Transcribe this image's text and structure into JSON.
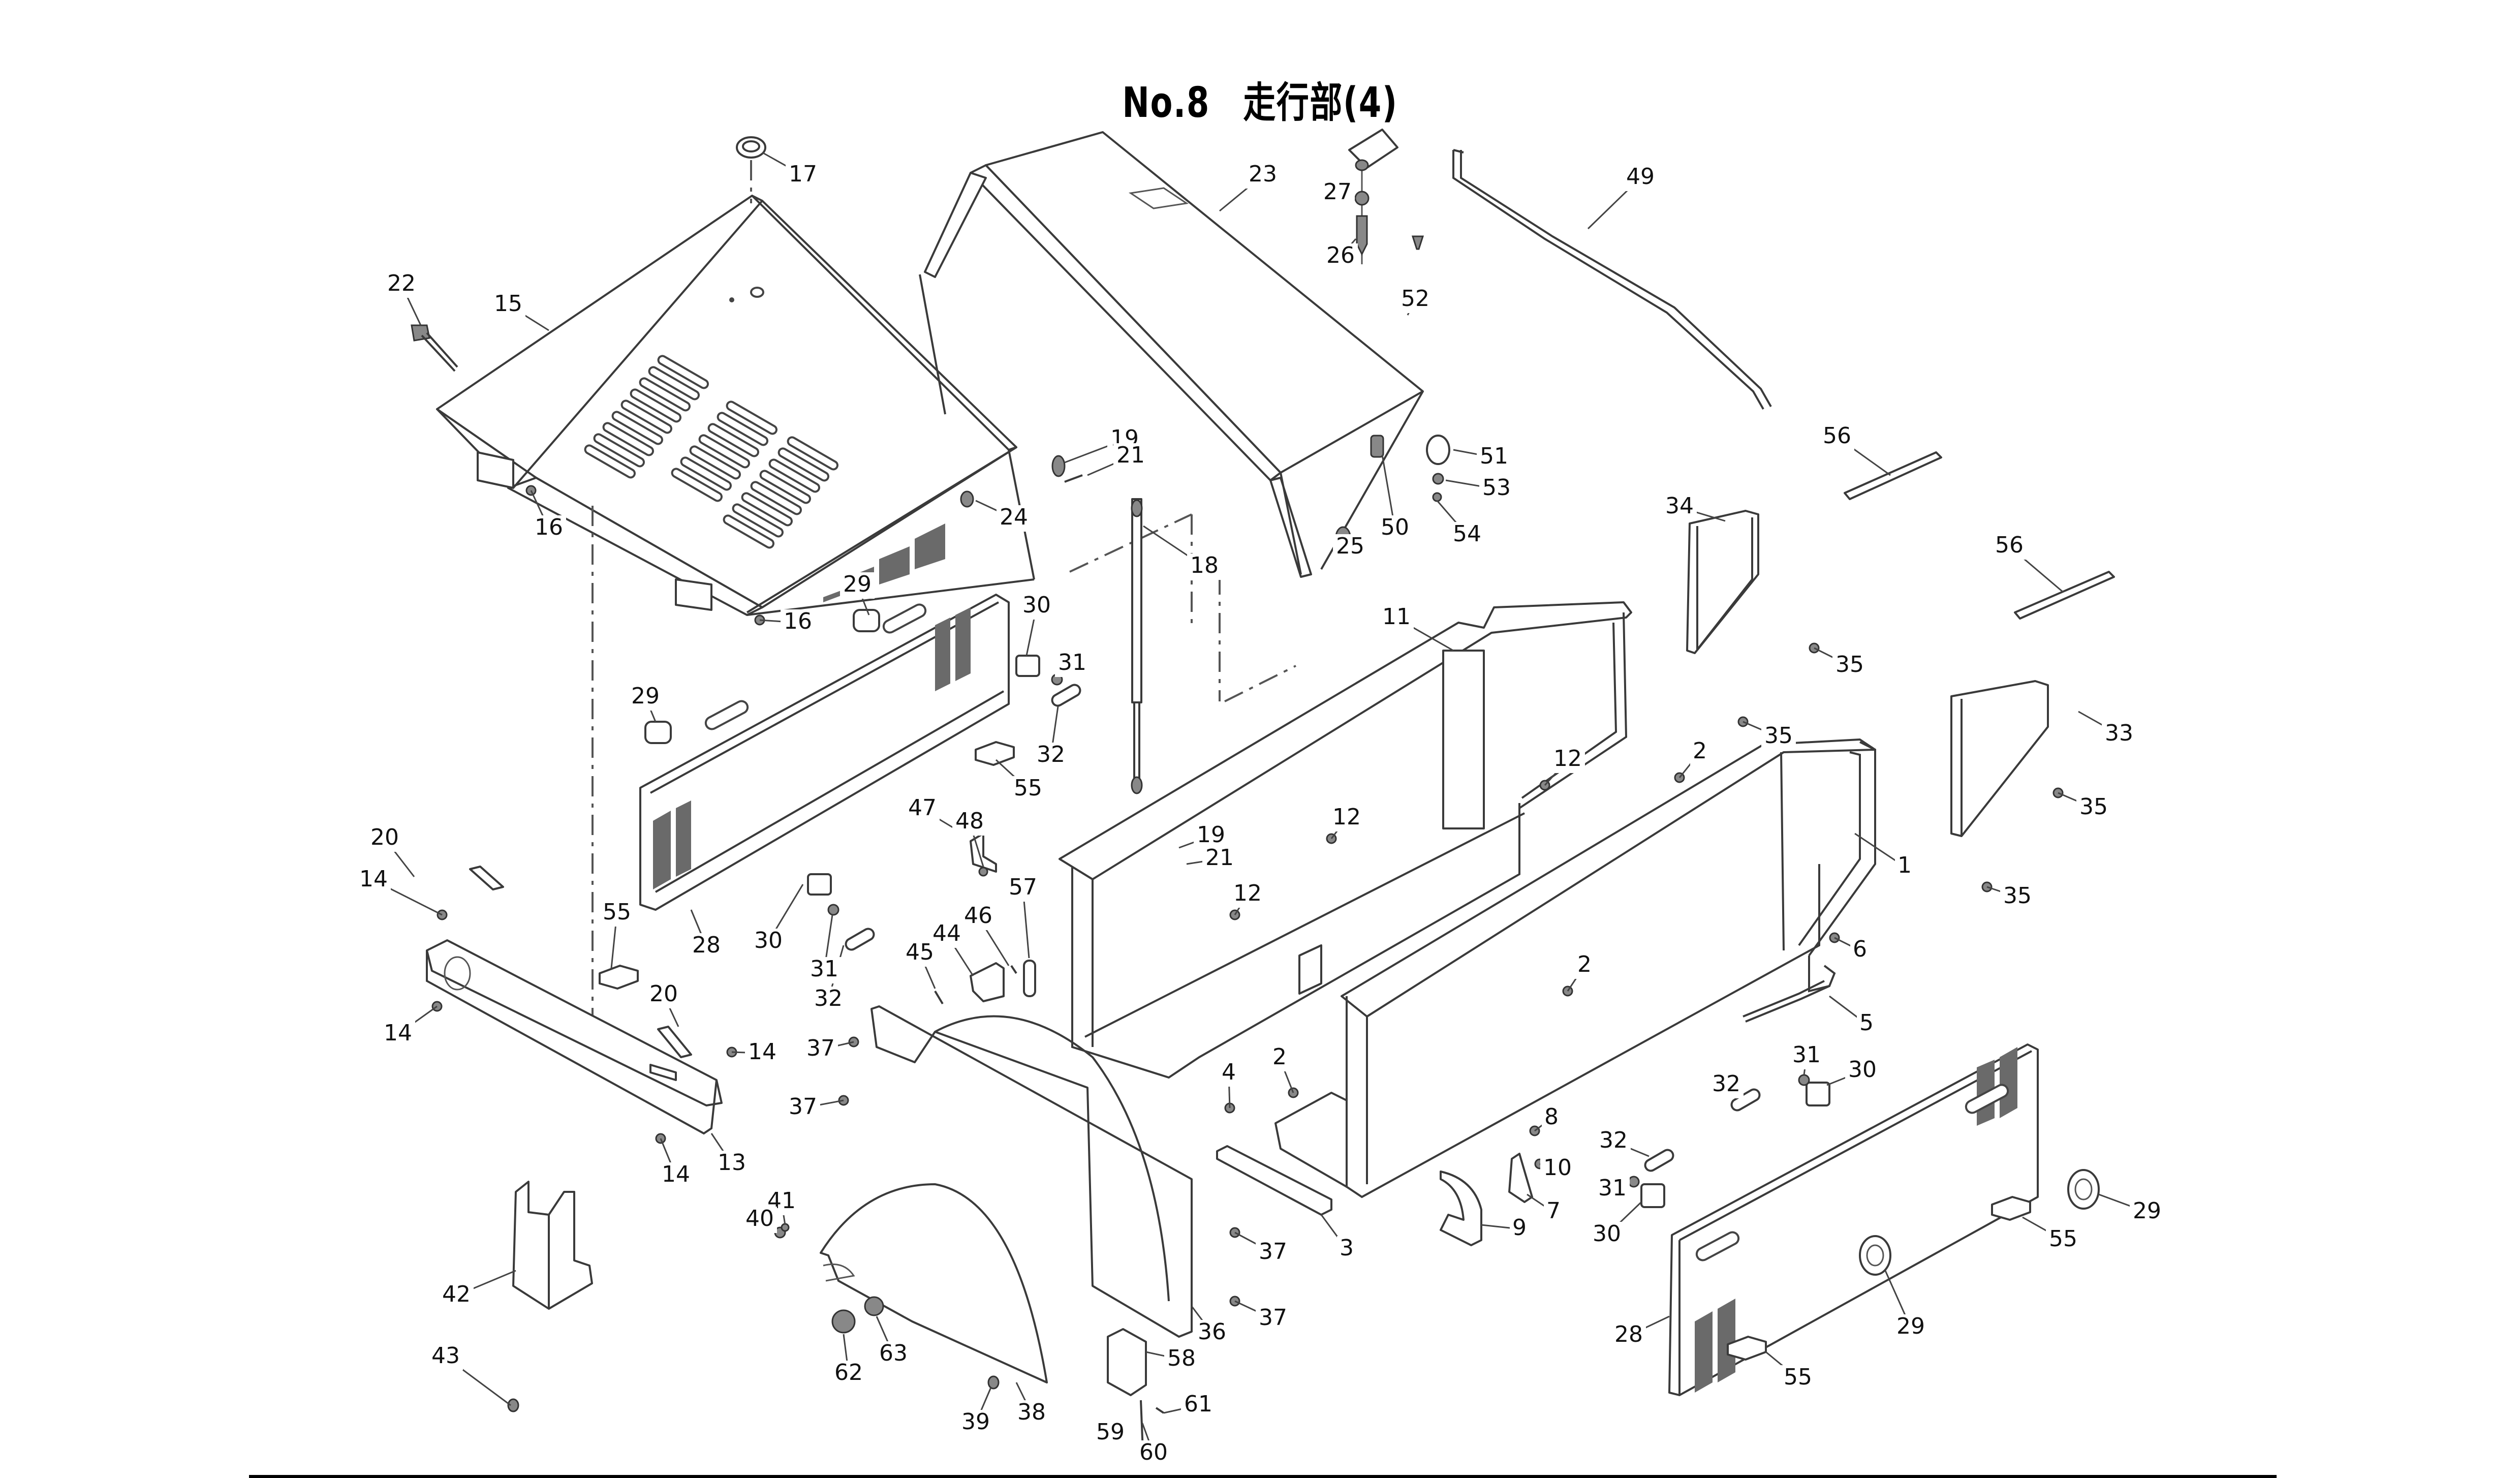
{
  "title": "No.8　走行部(4)",
  "diagram": {
    "type": "exploded-parts-diagram",
    "parts": [
      {
        "part": "15",
        "label": "15",
        "desc": "engine hood cover with louvers"
      },
      {
        "part": "23",
        "label": "23",
        "desc": "rear hood frame"
      },
      {
        "part": "49",
        "label": "49",
        "desc": "bent rod"
      },
      {
        "part": "11",
        "label": "11",
        "desc": "left frame"
      },
      {
        "part": "1",
        "label": "1",
        "desc": "main frame"
      },
      {
        "part": "28a",
        "label": "28",
        "desc": "side panel (upper-left)"
      },
      {
        "part": "28b",
        "label": "28",
        "desc": "side panel (lower-right)"
      },
      {
        "part": "36",
        "label": "36",
        "desc": "fender panel"
      },
      {
        "part": "38",
        "label": "38",
        "desc": "inner fender"
      },
      {
        "part": "13",
        "label": "13",
        "desc": "cross bar"
      },
      {
        "part": "42",
        "label": "42",
        "desc": "bracket"
      },
      {
        "part": "34",
        "label": "34",
        "desc": "side plate"
      },
      {
        "part": "33",
        "label": "33",
        "desc": "side plate"
      },
      {
        "part": "56a",
        "label": "56",
        "desc": "strip"
      },
      {
        "part": "56b",
        "label": "56",
        "desc": "strip"
      },
      {
        "part": "18",
        "label": "18",
        "desc": "gas spring"
      }
    ],
    "callouts": [
      {
        "id": "c17",
        "label": "17"
      },
      {
        "id": "c22",
        "label": "22"
      },
      {
        "id": "c15",
        "label": "15"
      },
      {
        "id": "c16a",
        "label": "16"
      },
      {
        "id": "c16b",
        "label": "16"
      },
      {
        "id": "c24",
        "label": "24"
      },
      {
        "id": "c23",
        "label": "23"
      },
      {
        "id": "c27",
        "label": "27"
      },
      {
        "id": "c26",
        "label": "26"
      },
      {
        "id": "c49",
        "label": "49"
      },
      {
        "id": "c52",
        "label": "52"
      },
      {
        "id": "c19a",
        "label": "19"
      },
      {
        "id": "c21a",
        "label": "21"
      },
      {
        "id": "c18",
        "label": "18"
      },
      {
        "id": "c25",
        "label": "25"
      },
      {
        "id": "c50",
        "label": "50"
      },
      {
        "id": "c51",
        "label": "51"
      },
      {
        "id": "c53",
        "label": "53"
      },
      {
        "id": "c54",
        "label": "54"
      },
      {
        "id": "c56a",
        "label": "56"
      },
      {
        "id": "c56b",
        "label": "56"
      },
      {
        "id": "c34",
        "label": "34"
      },
      {
        "id": "c35a",
        "label": "35"
      },
      {
        "id": "c35b",
        "label": "35"
      },
      {
        "id": "c35c",
        "label": "35"
      },
      {
        "id": "c35d",
        "label": "35"
      },
      {
        "id": "c33",
        "label": "33"
      },
      {
        "id": "c29a",
        "label": "29"
      },
      {
        "id": "c29b",
        "label": "29"
      },
      {
        "id": "c30a",
        "label": "30"
      },
      {
        "id": "c31a",
        "label": "31"
      },
      {
        "id": "c32a",
        "label": "32"
      },
      {
        "id": "c55a",
        "label": "55"
      },
      {
        "id": "c11",
        "label": "11"
      },
      {
        "id": "c12a",
        "label": "12"
      },
      {
        "id": "c12b",
        "label": "12"
      },
      {
        "id": "c12c",
        "label": "12"
      },
      {
        "id": "c2a",
        "label": "2"
      },
      {
        "id": "c1",
        "label": "1"
      },
      {
        "id": "c19b",
        "label": "19"
      },
      {
        "id": "c21b",
        "label": "21"
      },
      {
        "id": "c47",
        "label": "47"
      },
      {
        "id": "c48",
        "label": "48"
      },
      {
        "id": "c20a",
        "label": "20"
      },
      {
        "id": "c14a",
        "label": "14"
      },
      {
        "id": "c55b",
        "label": "55"
      },
      {
        "id": "c28a",
        "label": "28"
      },
      {
        "id": "c30b",
        "label": "30"
      },
      {
        "id": "c31b",
        "label": "31"
      },
      {
        "id": "c32b",
        "label": "32"
      },
      {
        "id": "c45",
        "label": "45"
      },
      {
        "id": "c44",
        "label": "44"
      },
      {
        "id": "c46",
        "label": "46"
      },
      {
        "id": "c57",
        "label": "57"
      },
      {
        "id": "c14b",
        "label": "14"
      },
      {
        "id": "c20b",
        "label": "20"
      },
      {
        "id": "c14c",
        "label": "14"
      },
      {
        "id": "c37a",
        "label": "37"
      },
      {
        "id": "c37b",
        "label": "37"
      },
      {
        "id": "c13",
        "label": "13"
      },
      {
        "id": "c14d",
        "label": "14"
      },
      {
        "id": "c2b",
        "label": "2"
      },
      {
        "id": "c6",
        "label": "6"
      },
      {
        "id": "c5",
        "label": "5"
      },
      {
        "id": "c4",
        "label": "4"
      },
      {
        "id": "c2c",
        "label": "2"
      },
      {
        "id": "c8",
        "label": "8"
      },
      {
        "id": "c10",
        "label": "10"
      },
      {
        "id": "c7",
        "label": "7"
      },
      {
        "id": "c3",
        "label": "3"
      },
      {
        "id": "c9",
        "label": "9"
      },
      {
        "id": "c31c",
        "label": "31"
      },
      {
        "id": "c30c",
        "label": "30"
      },
      {
        "id": "c32c",
        "label": "32"
      },
      {
        "id": "c32d",
        "label": "32"
      },
      {
        "id": "c31d",
        "label": "31"
      },
      {
        "id": "c30d",
        "label": "30"
      },
      {
        "id": "c29c",
        "label": "29"
      },
      {
        "id": "c55c",
        "label": "55"
      },
      {
        "id": "c28b",
        "label": "28"
      },
      {
        "id": "c29d",
        "label": "29"
      },
      {
        "id": "c55d",
        "label": "55"
      },
      {
        "id": "c41",
        "label": "41"
      },
      {
        "id": "c40",
        "label": "40"
      },
      {
        "id": "c42",
        "label": "42"
      },
      {
        "id": "c43",
        "label": "43"
      },
      {
        "id": "c62",
        "label": "62"
      },
      {
        "id": "c63",
        "label": "63"
      },
      {
        "id": "c39",
        "label": "39"
      },
      {
        "id": "c38",
        "label": "38"
      },
      {
        "id": "c36",
        "label": "36"
      },
      {
        "id": "c37c",
        "label": "37"
      },
      {
        "id": "c37d",
        "label": "37"
      },
      {
        "id": "c58",
        "label": "58"
      },
      {
        "id": "c59",
        "label": "59"
      },
      {
        "id": "c60",
        "label": "60"
      },
      {
        "id": "c61",
        "label": "61"
      }
    ]
  }
}
